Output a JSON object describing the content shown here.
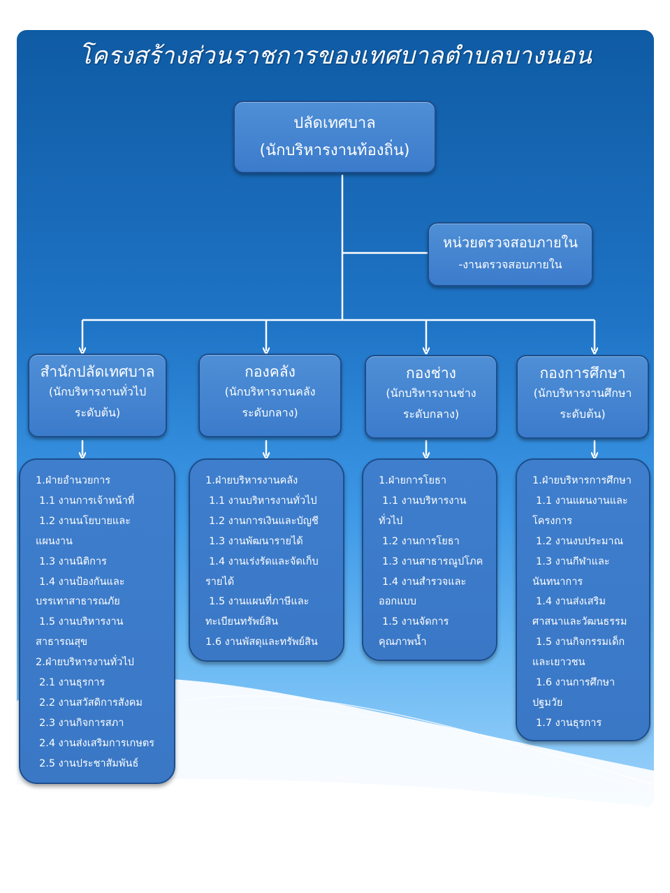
{
  "title": "โครงสร้างส่วนราชการของเทศบาลตำบลบางนอน",
  "top": {
    "name": "ปลัดเทศบาล",
    "sub": "(นักบริหารงานท้องถิ่น)"
  },
  "audit": {
    "name": "หน่วยตรวจสอบภายใน",
    "sub": "-งานตรวจสอบภายใน"
  },
  "divisions": [
    {
      "name": "สำนักปลัดเทศบาล",
      "sub1": "(นักบริหารงานทั่วไป",
      "sub2": "ระดับต้น)",
      "lines": [
        "1.ฝ่ายอำนวยการ",
        "1.1 งานการเจ้าหน้าที่",
        "1.2 งานนโยบายและ",
        "แผนงาน",
        "1.3 งานนิติการ",
        "1.4 งานป้องกันและ",
        "บรรเทาสาธารณภัย",
        "1.5 งานบริหารงาน",
        "สาธารณสุข",
        "2.ฝ่ายบริหารงานทั่วไป",
        "2.1 งานธุรการ",
        "2.2 งานสวัสดิการสังคม",
        "2.3 งานกิจการสภา",
        "2.4 งานส่งเสริมการเกษตร",
        "2.5 งานประชาสัมพันธ์"
      ]
    },
    {
      "name": "กองคลัง",
      "sub1": "(นักบริหารงานคลัง",
      "sub2": "ระดับกลาง)",
      "lines": [
        "1.ฝ่ายบริหารงานคลัง",
        "1.1 งานบริหารงานทั่วไป",
        "1.2 งานการเงินและบัญชี",
        "1.3 งานพัฒนารายได้",
        "1.4 งานเร่งรัดและจัดเก็บ",
        "รายได้",
        "1.5 งานแผนที่ภาษีและ",
        "ทะเบียนทรัพย์สิน",
        "1.6 งานพัสดุและทรัพย์สิน"
      ]
    },
    {
      "name": "กองช่าง",
      "sub1": "(นักบริหารงานช่าง",
      "sub2": "ระดับกลาง)",
      "lines": [
        "1.ฝ่ายการโยธา",
        "1.1 งานบริหารงาน",
        "ทั่วไป",
        "1.2 งานการโยธา",
        "1.3 งานสาธารณูปโภค",
        "1.4 งานสำรวจและ",
        "ออกแบบ",
        "1.5 งานจัดการ",
        "คุณภาพน้ำ"
      ]
    },
    {
      "name": "กองการศึกษา",
      "sub1": "(นักบริหารงานศึกษา",
      "sub2": "ระดับต้น)",
      "lines": [
        "1.ฝ่ายบริหารการศึกษา",
        "1.1 งานแผนงานและ",
        "โครงการ",
        "1.2 งานงบประมาณ",
        "1.3 งานกีฬาและ",
        "นันทนาการ",
        "1.4 งานส่งเสริม",
        "ศาสนาและวัฒนธรรม",
        "1.5 งานกิจกรรมเด็ก",
        "และเยาวชน",
        "1.6 งานการศึกษา",
        "ปฐมวัย",
        "1.7 งานธุรการ"
      ]
    }
  ]
}
